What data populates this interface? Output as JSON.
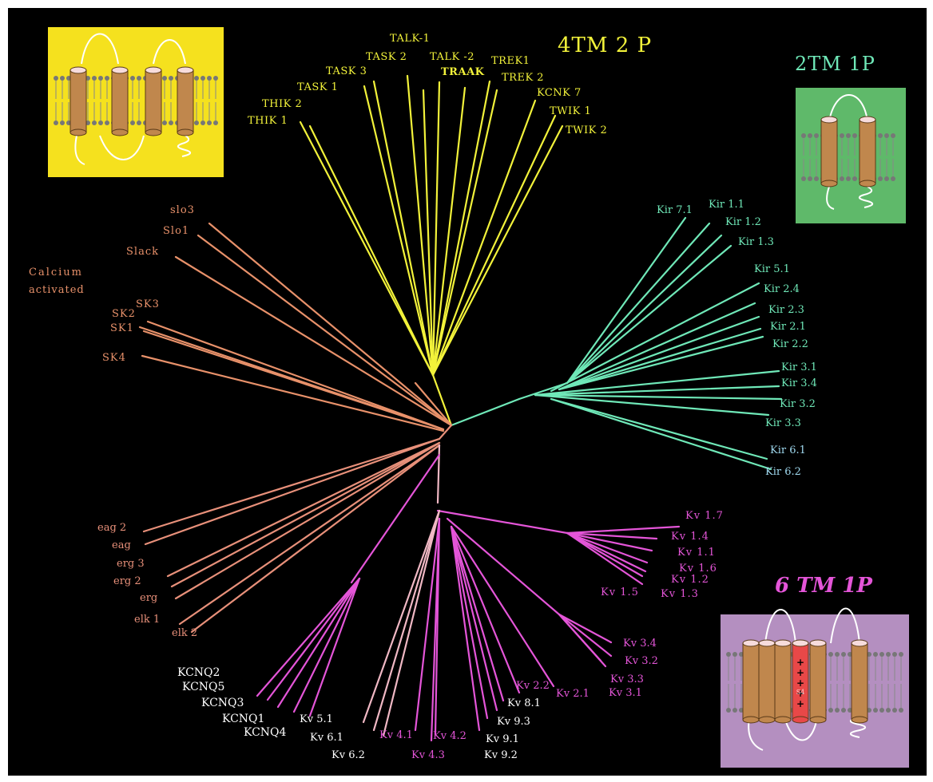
{
  "group_titles": {
    "fourtm": "4TM 2 P",
    "twotm": "2TM 1P",
    "sixtm": "6 TM 1P",
    "calcium": [
      "Calcium",
      "activated"
    ]
  },
  "colors": {
    "background": "#000000",
    "k2p": "#f2f23a",
    "kir": "#6fe8b8",
    "kir_light": "#9fd8ee",
    "calcium": "#e8916a",
    "eag": "#e8907a",
    "kv": "#e455d8",
    "kv_light": "#f0b8c4",
    "kcnq_text": "#ffffff",
    "sixtm_title": "#e455d8",
    "panel_yellow": "#f5e11e",
    "panel_green": "#5fb96a",
    "panel_purple": "#b48fc0",
    "cylinder": "#c0874d",
    "s4": "#e84848"
  },
  "s4_label": "S4",
  "s4_charges": [
    "+",
    "+",
    "+",
    "+",
    "+"
  ],
  "labels": {
    "k2p": [
      "TALK-1",
      "TASK 2",
      "TALK -2",
      "TREK1",
      "TASK 3",
      "TRAAK",
      "TREK 2",
      "TASK 1",
      "KCNK 7",
      "THIK 2",
      "TWIK 1",
      "THIK 1",
      "TWIK 2"
    ],
    "kir": [
      "Kir 7.1",
      "Kir 1.1",
      "Kir 1.2",
      "Kir 1.3",
      "Kir 5.1",
      "Kir 2.4",
      "Kir 2.3",
      "Kir 2.1",
      "Kir 2.2",
      "Kir 3.1",
      "Kir 3.4",
      "Kir 3.2",
      "Kir 3.3",
      "Kir 6.1",
      "Kir 6.2"
    ],
    "calcium": [
      "slo3",
      "Slo1",
      "Slack",
      "SK3",
      "SK2",
      "SK1",
      "SK4"
    ],
    "eag": [
      "eag 2",
      "eag",
      "erg 3",
      "erg 2",
      "erg",
      "elk 1",
      "elk 2"
    ],
    "kv1": [
      "Kv 1.7",
      "Kv 1.4",
      "Kv 1.1",
      "Kv 1.6",
      "Kv 1.2",
      "Kv 1.5",
      "Kv 1.3"
    ],
    "kv3": [
      "Kv 3.4",
      "Kv 3.2",
      "Kv 3.3",
      "Kv 3.1"
    ],
    "kvmid": [
      "Kv 2.2",
      "Kv 2.1",
      "Kv 8.1",
      "Kv 9.3",
      "Kv 9.1",
      "Kv 9.2"
    ],
    "kv4": [
      "Kv 4.1",
      "Kv 4.2",
      "Kv 4.3"
    ],
    "kvlow": [
      "Kv 5.1",
      "Kv 6.1",
      "Kv 6.2"
    ],
    "kcnq": [
      "KCNQ2",
      "KCNQ5",
      "KCNQ3",
      "KCNQ1",
      "KCNQ4"
    ]
  }
}
